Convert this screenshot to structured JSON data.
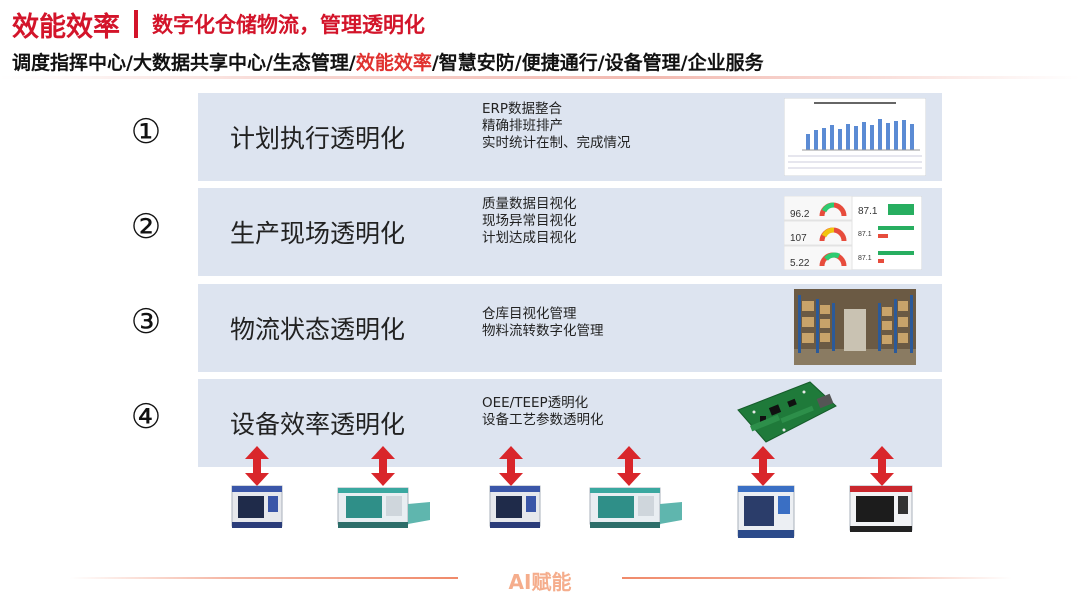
{
  "header": {
    "title": "效能效率",
    "subtitle": "数字化仓储物流，管理透明化"
  },
  "nav": {
    "before": "调度指挥中心/大数据共享中心/生态管理/",
    "active": "效能效率",
    "after": "/智慧安防/便捷通行/设备管理/企业服务"
  },
  "rows": [
    {
      "num": "①",
      "title": "计划执行透明化",
      "lines": [
        "ERP数据整合",
        "精确排班排产",
        "实时统计在制、完成情况"
      ]
    },
    {
      "num": "②",
      "title": "生产现场透明化",
      "lines": [
        "质量数据目视化",
        "现场异常目视化",
        "计划达成目视化"
      ]
    },
    {
      "num": "③",
      "title": "物流状态透明化",
      "lines": [
        "仓库目视化管理",
        "物料流转数字化管理"
      ]
    },
    {
      "num": "④",
      "title": "设备效率透明化",
      "lines": [
        "OEE/TEEP透明化",
        "设备工艺参数透明化"
      ]
    }
  ],
  "dashboard": {
    "values": [
      "96.2",
      "87.1",
      "107",
      "87.1",
      "5.22",
      "87.1"
    ]
  },
  "footer": {
    "label": "AI赋能"
  },
  "colors": {
    "accent": "#d3142a",
    "card": "#dde4f0",
    "arrow": "#d9262b",
    "footer": "#f5ad8c"
  }
}
